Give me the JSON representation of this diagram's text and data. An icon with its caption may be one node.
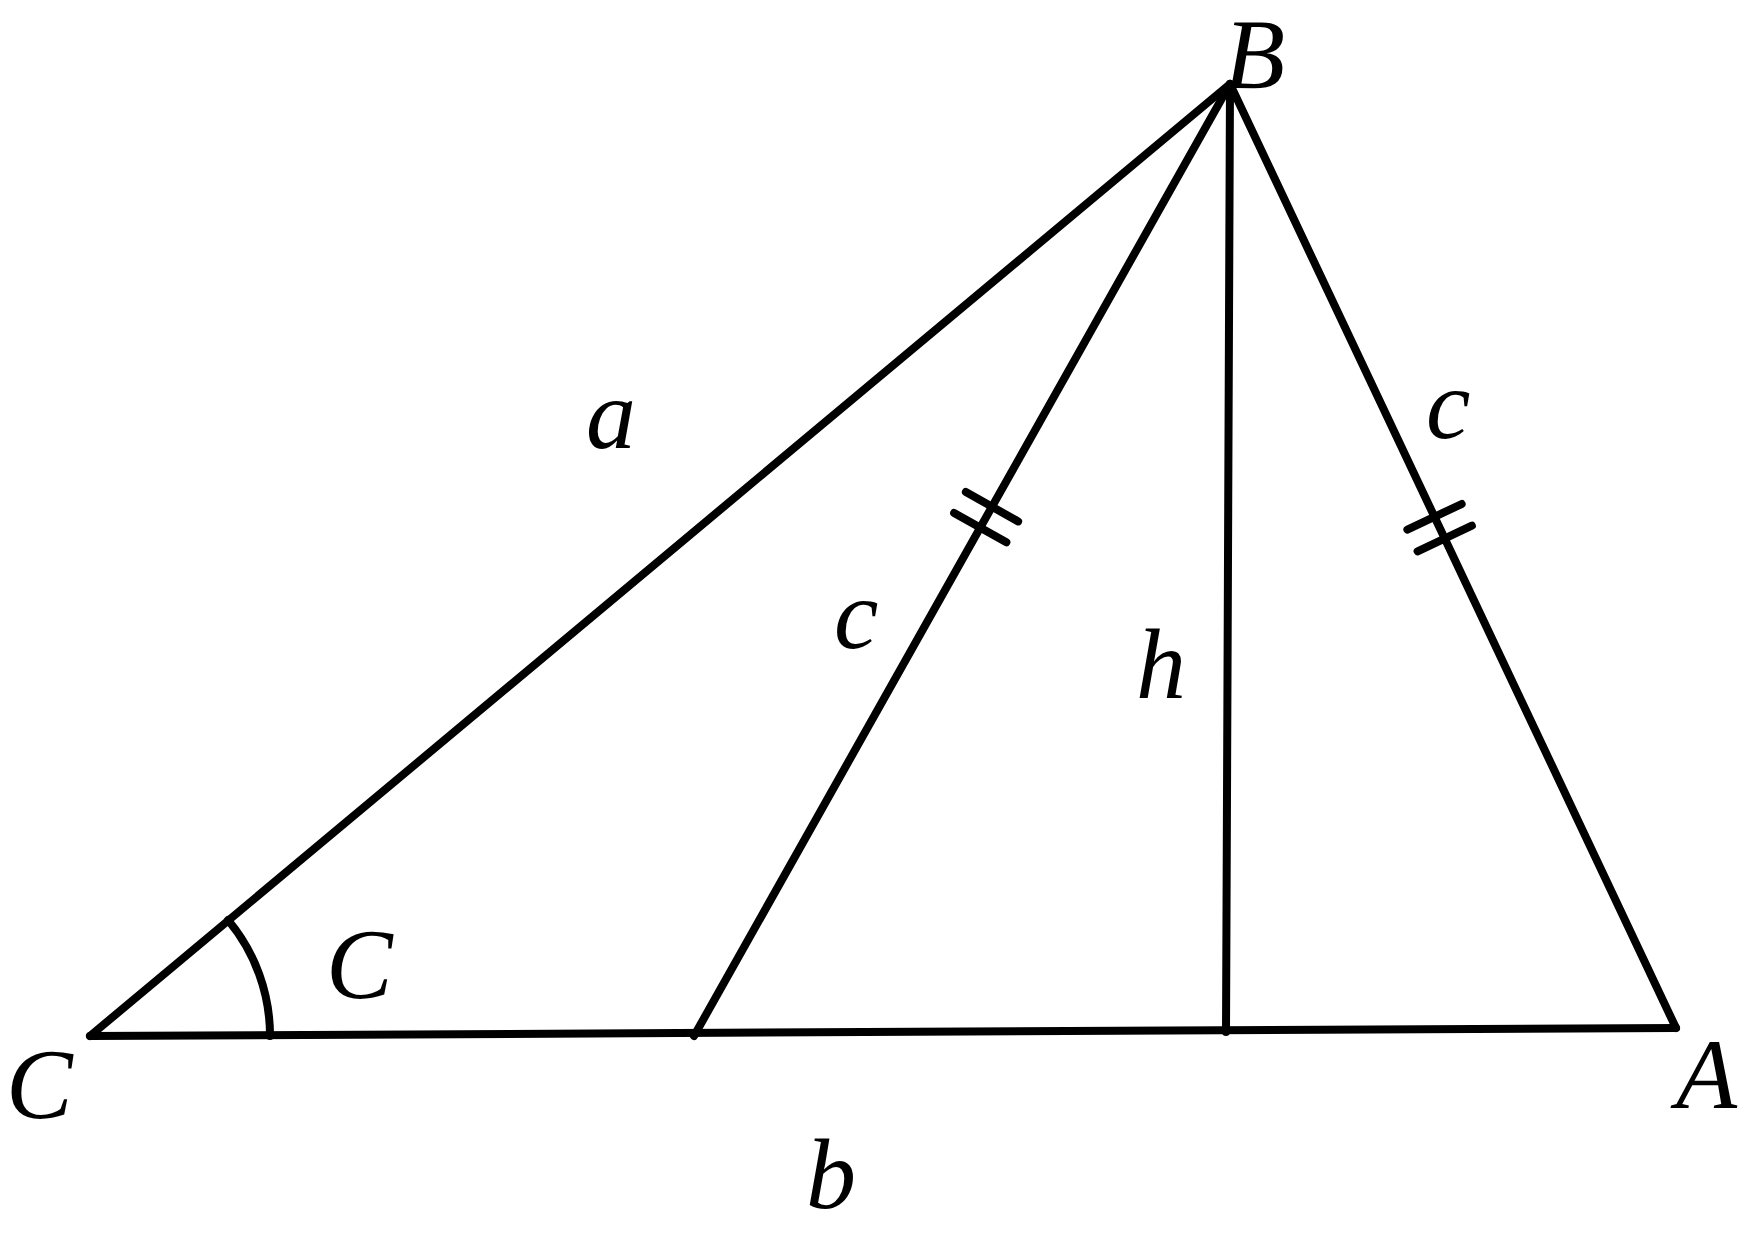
{
  "diagram": {
    "labels": [
      "B",
      "a",
      "c",
      "c",
      "h",
      "C",
      "C",
      "A",
      "b"
    ]
  }
}
